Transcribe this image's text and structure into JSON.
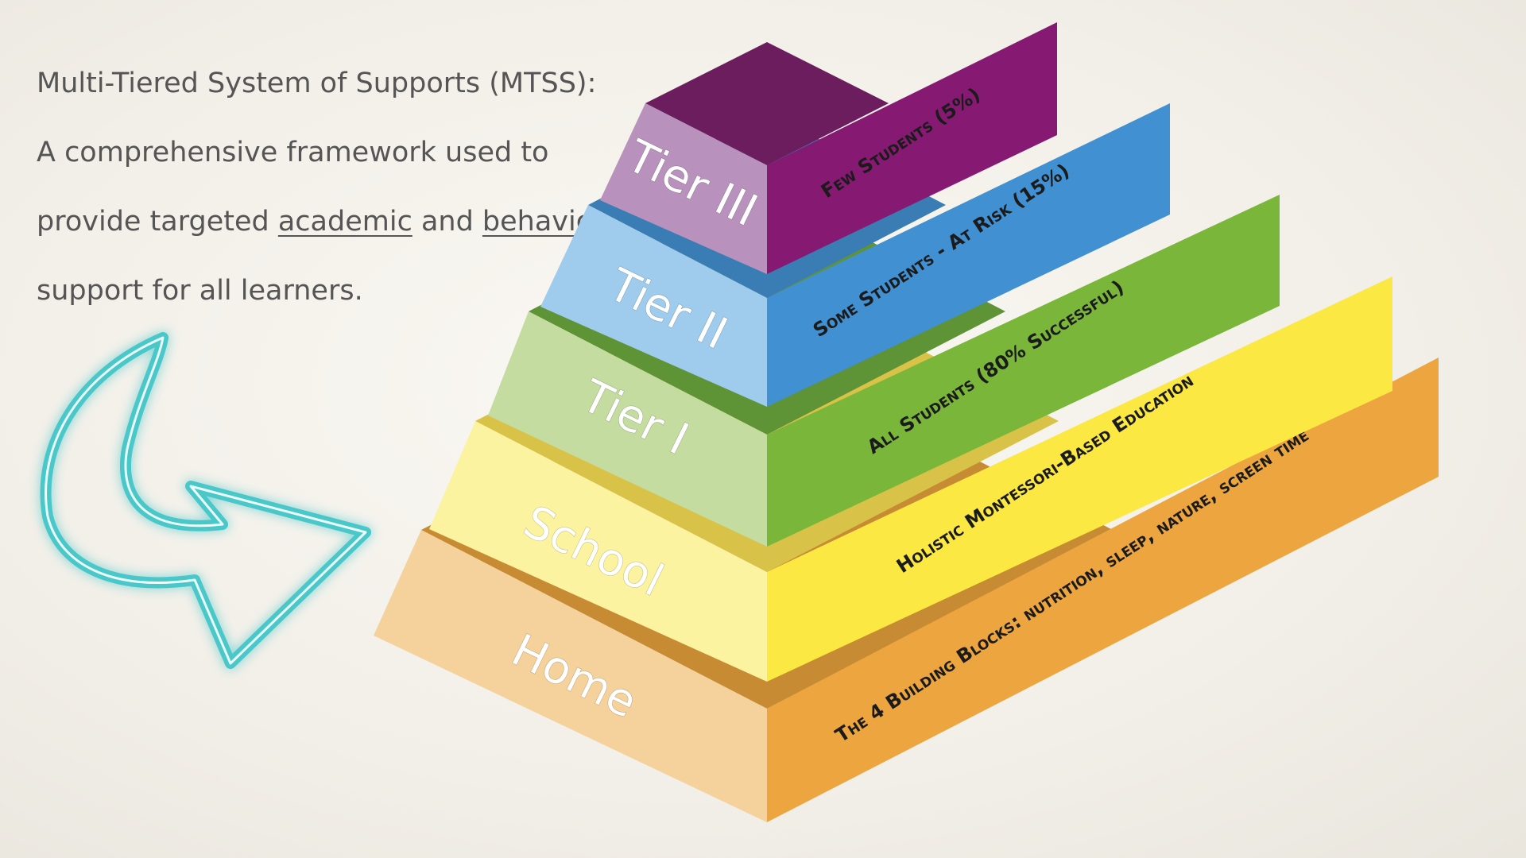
{
  "intro": {
    "line1": "Multi-Tiered System of Supports (MTSS):",
    "line2": "A comprehensive framework used to",
    "line3_pre": "provide targeted ",
    "line3_link1": "academic",
    "line3_mid": " and ",
    "line3_link2": "behavior",
    "line4": "support for all learners."
  },
  "pyramid": {
    "levels": [
      {
        "id": "home",
        "label": "Home",
        "description": "The 4 Building Blocks: nutrition, sleep, nature, screen time",
        "left_color": "#f5d29b",
        "right_color": "#eca53f",
        "top_color": "#c78c33"
      },
      {
        "id": "school",
        "label": "School",
        "description": "Holistic Montessori-Based Education",
        "left_color": "#fbf3a0",
        "right_color": "#fbe843",
        "top_color": "#d8c248"
      },
      {
        "id": "tier1",
        "label": "Tier I",
        "description": "All Students (80% Successful)",
        "left_color": "#c5dca0",
        "right_color": "#79b63a",
        "top_color": "#5e9436"
      },
      {
        "id": "tier2",
        "label": "Tier II",
        "description": "Some Students - At Risk (15%)",
        "left_color": "#9fcbec",
        "right_color": "#4090d2",
        "top_color": "#3a7db5"
      },
      {
        "id": "tier3",
        "label": "Tier III",
        "description": "Few Students (5%)",
        "left_color": "#b892bc",
        "right_color": "#861a72",
        "top_color": "#6b1d5e"
      }
    ]
  },
  "arrow": {
    "icon": "curved-arrow-icon",
    "stroke_color": "#48c7c9",
    "glow_color": "#7ff0e6"
  }
}
